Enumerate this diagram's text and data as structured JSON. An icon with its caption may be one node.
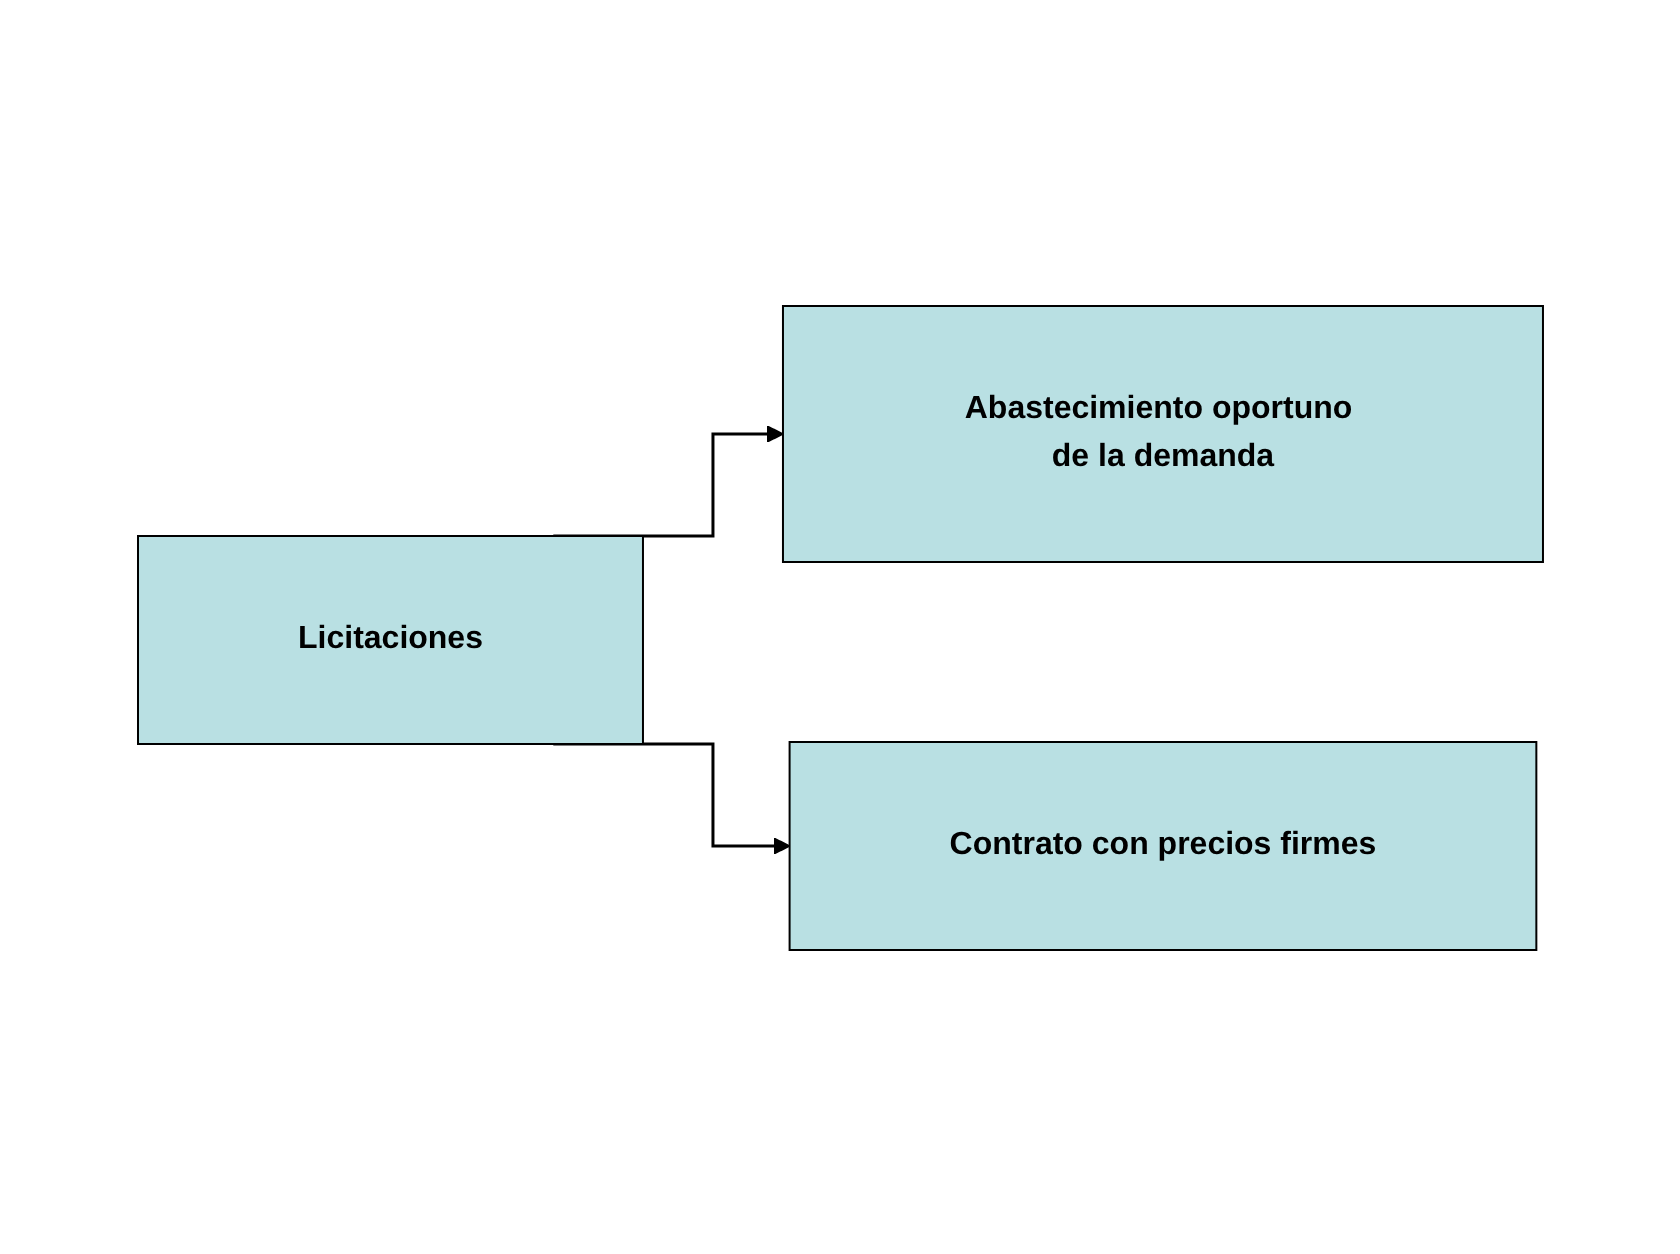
{
  "diagram": {
    "nodes": [
      {
        "text": [
          "Licitaciones"
        ]
      },
      {
        "text": [
          "Abastecimiento oportuno de la demanda"
        ]
      },
      {
        "text": [
          "Contrato con precios firmes"
        ]
      }
    ],
    "edges": [
      {
        "from": 0,
        "to": 1,
        "arrow": "to"
      },
      {
        "from": 0,
        "to": 2,
        "arrow": "to"
      }
    ]
  }
}
